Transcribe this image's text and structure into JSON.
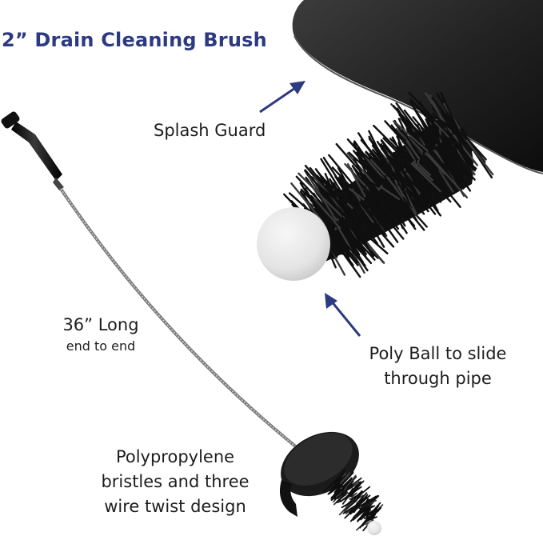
{
  "title": "2” Drain Cleaning Brush",
  "callouts": {
    "splash_guard": "Splash Guard",
    "length_main": "36” Long",
    "length_sub": "end to end",
    "poly_ball_line1": "Poly Ball to slide",
    "poly_ball_line2": "through pipe",
    "bristles_line1": "Polypropylene",
    "bristles_line2": "bristles and three",
    "bristles_line3": "wire twist design"
  },
  "colors": {
    "title": "#2e3a80",
    "arrow": "#2e3a80",
    "text": "#1d1d1d",
    "brush": "#111111",
    "ball": "#e6e6e6"
  }
}
